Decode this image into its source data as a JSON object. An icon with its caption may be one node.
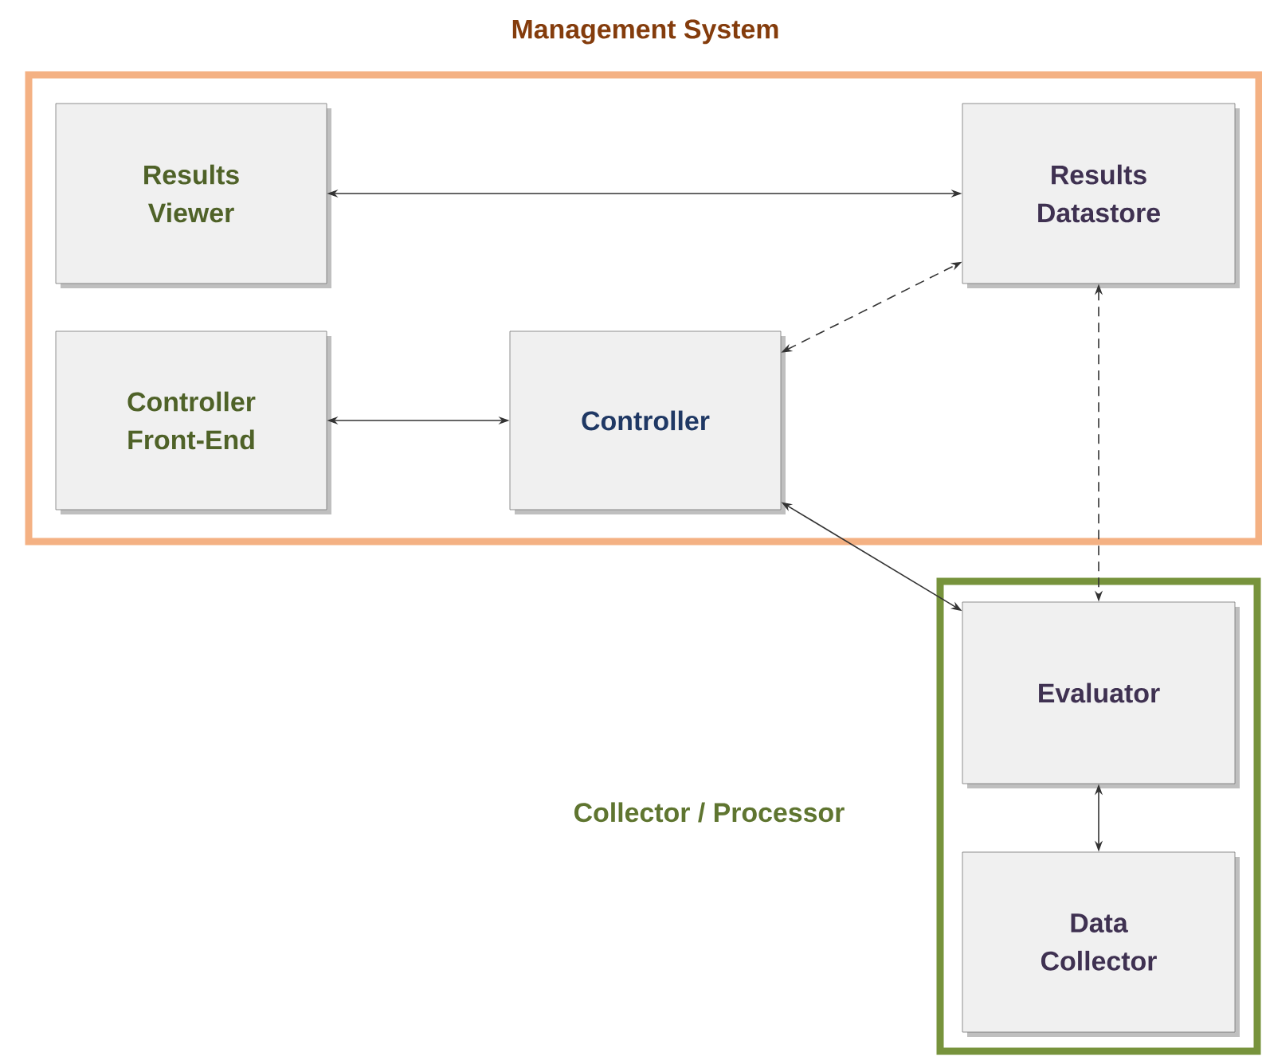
{
  "diagram": {
    "nodes": [
      {
        "text": [
          "Management System"
        ]
      },
      {
        "text": [
          "Results Viewer"
        ],
        "in": 0
      },
      {
        "text": [
          "Results Datastore"
        ],
        "in": 0
      },
      {
        "text": [
          "Controller Front-End"
        ],
        "in": 0
      },
      {
        "text": [
          "Controller"
        ],
        "in": 0
      },
      {
        "text": [
          "Collector / Processor"
        ]
      },
      {
        "text": [
          "Evaluator"
        ],
        "in": 5
      },
      {
        "text": [
          "Data Collector"
        ],
        "in": 5
      }
    ],
    "edges": [
      {
        "from": 1,
        "to": 2,
        "arrow": "both"
      },
      {
        "from": 3,
        "to": 4,
        "arrow": "both"
      },
      {
        "from": 4,
        "to": 2,
        "arrow": "both",
        "style": "dashed"
      },
      {
        "from": 4,
        "to": 6,
        "arrow": "both"
      },
      {
        "from": 2,
        "to": 6,
        "arrow": "both",
        "style": "dashed"
      },
      {
        "from": 6,
        "to": 7,
        "arrow": "both"
      }
    ]
  }
}
